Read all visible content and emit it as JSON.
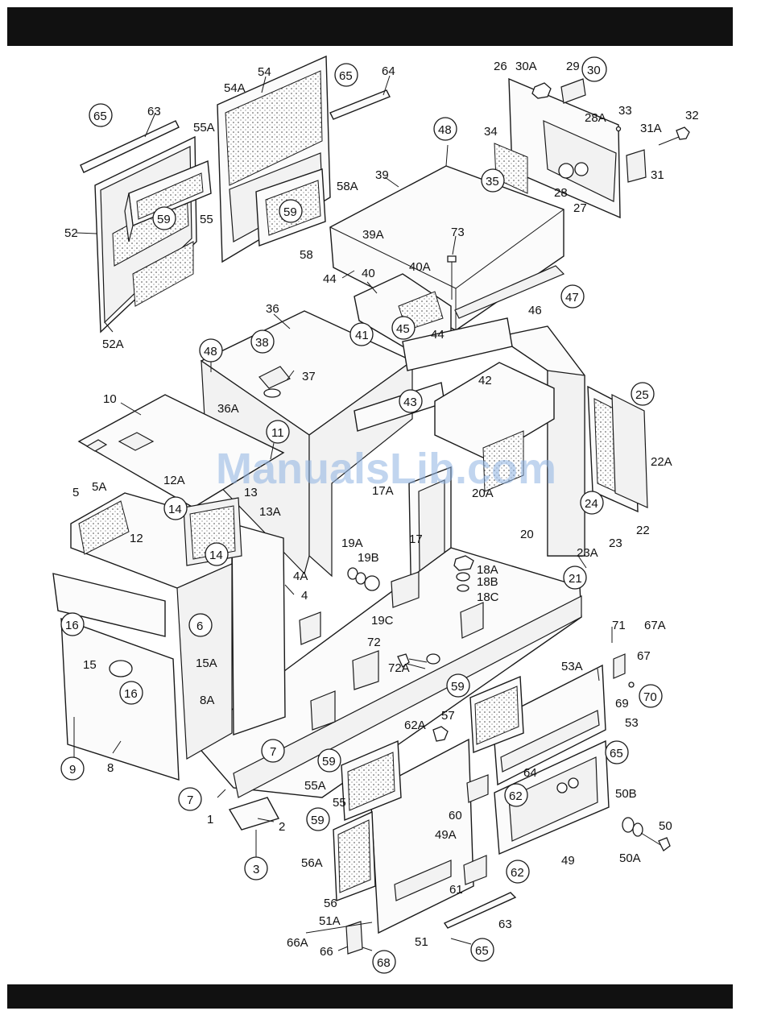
{
  "watermark": "ManualsLib.com",
  "callouts": {
    "p65a": "65",
    "p63a": "63",
    "p54": "54",
    "p54A": "54A",
    "p65b": "65",
    "p64a": "64",
    "p26": "26",
    "p30A": "30A",
    "p29": "29",
    "p30": "30",
    "p28A": "28A",
    "p33": "33",
    "p32": "32",
    "p31A": "31A",
    "p34": "34",
    "p48a": "48",
    "p35": "35",
    "p28": "28",
    "p27": "27",
    "p31": "31",
    "p55A": "55A",
    "p58A": "58A",
    "p39": "39",
    "p59a": "59",
    "p59b": "59",
    "p52": "52",
    "p55": "55",
    "p58": "58",
    "p39A": "39A",
    "p73": "73",
    "p44a": "44",
    "p40": "40",
    "p40A": "40A",
    "p52A": "52A",
    "p46": "46",
    "p47": "47",
    "p45": "45",
    "p44b": "44",
    "p36": "36",
    "p41": "41",
    "p48b": "48",
    "p38": "38",
    "p37": "37",
    "p42": "42",
    "p36A": "36A",
    "p43": "43",
    "p25": "25",
    "p10": "10",
    "p11": "11",
    "p22A": "22A",
    "p5": "5",
    "p5A": "5A",
    "p12A": "12A",
    "p13": "13",
    "p17A": "17A",
    "p20A": "20A",
    "p13A": "13A",
    "p14a": "14",
    "p12": "12",
    "p14b": "14",
    "p24": "24",
    "p22": "22",
    "p20": "20",
    "p23A": "23A",
    "p23": "23",
    "p19A": "19A",
    "p19B": "19B",
    "p18A": "18A",
    "p4A": "4A",
    "p17": "17",
    "p18B": "18B",
    "p4": "4",
    "p21": "21",
    "p18C": "18C",
    "p6": "6",
    "p19C": "19C",
    "p16a": "16",
    "p15A": "15A",
    "p15": "15",
    "p72": "72",
    "p72A": "72A",
    "p71": "71",
    "p67A": "67A",
    "p67": "67",
    "p16b": "16",
    "p8A": "8A",
    "p53A": "53A",
    "p59c": "59",
    "p69": "69",
    "p70": "70",
    "p57": "57",
    "p53": "53",
    "p62A": "62A",
    "p9": "9",
    "p8": "8",
    "p7a": "7",
    "p65c": "65",
    "p59d": "59",
    "p64b": "64",
    "p55A2": "55A",
    "p7b": "7",
    "p62a": "62",
    "p60": "60",
    "p50B": "50B",
    "p1": "1",
    "p55b": "55",
    "p59e": "59",
    "p2": "2",
    "p50": "50",
    "p49A": "49A",
    "p56A": "56A",
    "p3": "3",
    "p62b": "62",
    "p49": "49",
    "p50A": "50A",
    "p61": "61",
    "p56": "56",
    "p63b": "63",
    "p51A": "51A",
    "p66A": "66A",
    "p51": "51",
    "p66": "66",
    "p65d": "65",
    "p68": "68"
  }
}
